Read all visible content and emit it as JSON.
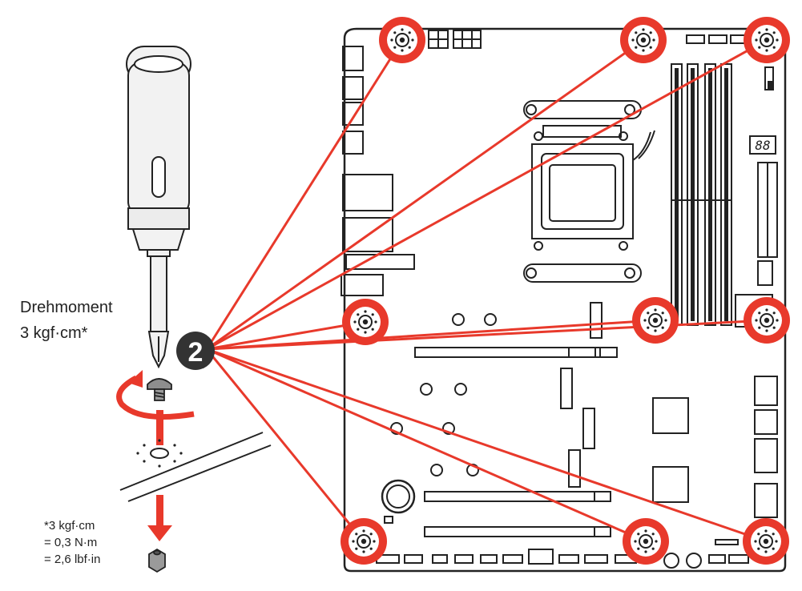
{
  "torque": {
    "label": "Drehmoment",
    "value": "3 kgf·cm*"
  },
  "conversion_note": {
    "line1": "*3 kgf·cm",
    "line2": "= 0,3 N·m",
    "line3": "= 2,6 lbf·in"
  },
  "step_badge": "2",
  "debug_display": "88",
  "colors": {
    "accent": "#e8392b",
    "ink": "#222222",
    "badge": "#333333"
  },
  "icons": {
    "screwdriver": "screwdriver-icon",
    "screw": "screw-icon",
    "standoff": "standoff-icon",
    "rotate": "rotate-arrow-icon",
    "down": "down-arrow-icon",
    "mount": "mount-hole-icon"
  }
}
